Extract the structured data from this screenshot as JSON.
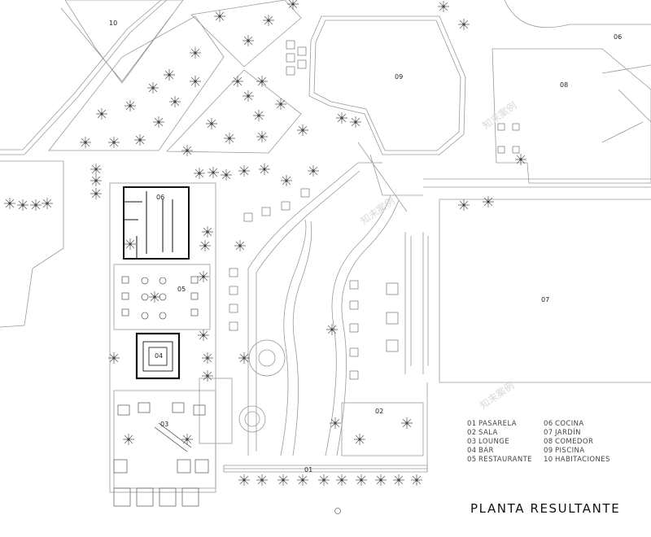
{
  "title": "PLANTA RESULTANTE",
  "watermark": "知末案例",
  "area_tags": {
    "t10": "10",
    "t06a": "06",
    "t09": "09",
    "t08": "08",
    "t06b": "06",
    "t05": "05",
    "t04": "04",
    "t07": "07",
    "t03": "03",
    "t02": "02",
    "t01": "01"
  },
  "legend": [
    {
      "num": "01",
      "label": "PASARELA"
    },
    {
      "num": "06",
      "label": "COCINA"
    },
    {
      "num": "02",
      "label": "SALA"
    },
    {
      "num": "07",
      "label": "JARDÍN"
    },
    {
      "num": "03",
      "label": "LOUNGE"
    },
    {
      "num": "08",
      "label": "COMEDOR"
    },
    {
      "num": "04",
      "label": "BAR"
    },
    {
      "num": "09",
      "label": "PISCINA"
    },
    {
      "num": "05",
      "label": "RESTAURANTE"
    },
    {
      "num": "10",
      "label": "HABITACIONES"
    }
  ]
}
